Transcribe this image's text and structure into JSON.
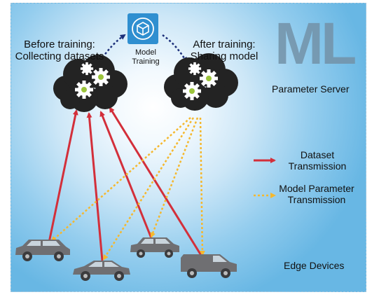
{
  "watermark": "ML",
  "before_training": {
    "line1": "Before training:",
    "line2": "Collecting datasets"
  },
  "after_training": {
    "line1": "After training:",
    "line2": "Sharing model"
  },
  "model_training": {
    "line1": "Model",
    "line2": "Training"
  },
  "parameter_server": "Parameter Server",
  "legend": {
    "dataset": {
      "line1": "Dataset",
      "line2": "Transmission",
      "color": "#d32f3a"
    },
    "model_param": {
      "line1": "Model Parameter",
      "line2": "Transmission",
      "color": "#f5b82e"
    }
  },
  "edge_devices": "Edge Devices",
  "colors": {
    "cloud": "#232323",
    "gear_white": "#ffffff",
    "gear_green": "#9bc43b",
    "training_icon_bg": "#2f8fd0",
    "dotted_link": "#1c2f7a",
    "car": "#6f6f72"
  },
  "icons": [
    "training-cube-icon",
    "gear-icon",
    "cloud-icon",
    "suv-icon",
    "sedan-icon",
    "van-icon"
  ]
}
